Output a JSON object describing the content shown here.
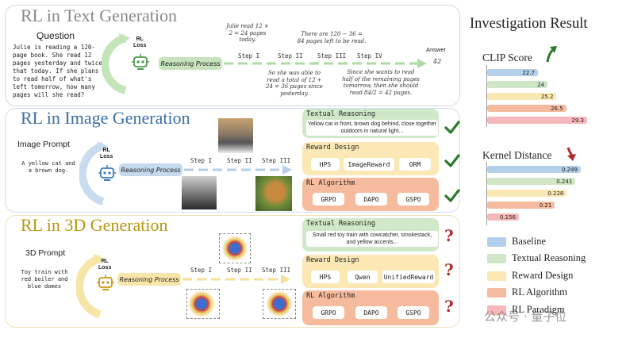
{
  "colors": {
    "baseline": "#b3cfea",
    "textual": "#cfe6c7",
    "reward": "#fbe7b3",
    "rlalgo": "#f5bb9e",
    "paradigm": "#f6b7bb",
    "green": "#2a7a2a",
    "red": "#b22a2a"
  },
  "text_gen": {
    "title": "RL in Text Generation",
    "question_label": "Question",
    "question": "Julie is reading a 120-page book. She read 12 pages yesterday and twice that today. If she plans to read half of what's left tomorrow, how many pages will she read?",
    "rl_loss": "RL\nLoss",
    "reasoning": "Reasoning Process",
    "steps": [
      "Step I",
      "Step II",
      "Step III",
      "Step IV"
    ],
    "notes_top": [
      "Julie read 12 ×\n2 = 24 pages\ntoday.",
      "There are 120 − 36 =\n84 pages left to be read."
    ],
    "notes_bottom": [
      "So she was able to\nread a total of 12 +\n24 = 36 pages since\nyesterday.",
      "Since she wants to read\nhalf of the remaining pages\ntomorrow, then she should\nread 84/2 = 42 pages."
    ],
    "answer_label": "Answer",
    "answer": "42"
  },
  "image_gen": {
    "title": "RL in Image Generation",
    "prompt_label": "Image Prompt",
    "prompt": "A yellow cat and a brown dog.",
    "rl_loss": "RL\nLoss",
    "reasoning": "Reasoning Process",
    "steps": [
      "Step I",
      "Step II",
      "Step III"
    ],
    "textual_title": "Textual Reasoning",
    "textual_text": "Yellow cat in front, brown dog behind, close together outdoors in natural light...",
    "reward_title": "Reward Design",
    "reward_chips": [
      "HPS",
      "ImageReward",
      "ORM"
    ],
    "algo_title": "RL Algorithm",
    "algo_chips": [
      "GRPO",
      "DAPO",
      "GSPO"
    ]
  },
  "gen3d": {
    "title": "RL in 3D Generation",
    "prompt_label": "3D Prompt",
    "prompt": "Toy train with red boiler and blue domes",
    "rl_loss": "RL\nLoss",
    "reasoning": "Reasoning Process",
    "steps": [
      "Step I",
      "Step II",
      "Step III"
    ],
    "textual_title": "Textual Reasoning",
    "textual_text": "Small red toy train with cowcatcher, smokestack, and yellow accents...",
    "reward_title": "Reward Design",
    "reward_chips": [
      "HPS",
      "Qwen",
      "UnifiedReward"
    ],
    "algo_title": "RL Algorithm",
    "algo_chips": [
      "GRPO",
      "DAPO",
      "GSPO"
    ],
    "marks": [
      "?",
      "?",
      "?"
    ]
  },
  "result": {
    "title": "Investigation Result",
    "clip_label": "CLIP Score",
    "kernel_label": "Kernel Distance",
    "legend": [
      "Baseline",
      "Textual Reasoning",
      "Reward Design",
      "RL Algorithm",
      "RL Paradigm"
    ]
  },
  "chart_data": [
    {
      "type": "bar",
      "title": "CLIP Score",
      "categories": [
        "Baseline",
        "Textual Reasoning",
        "Reward Design",
        "RL Algorithm",
        "RL Paradigm"
      ],
      "values": [
        22.7,
        24.0,
        25.2,
        26.5,
        29.3
      ]
    },
    {
      "type": "bar",
      "title": "Kernel Distance",
      "categories": [
        "Baseline",
        "Textual Reasoning",
        "Reward Design",
        "RL Algorithm",
        "RL Paradigm"
      ],
      "values": [
        0.249,
        0.241,
        0.228,
        0.21,
        0.156
      ]
    }
  ],
  "watermark": "公众号 · 量子位"
}
